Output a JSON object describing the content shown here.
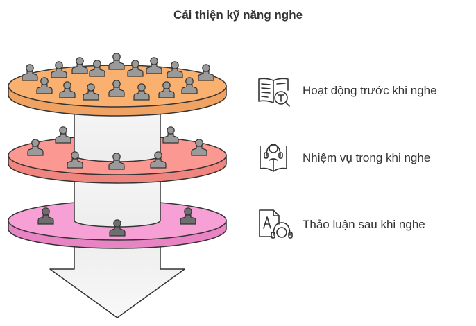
{
  "title": "Cải thiện kỹ năng nghe",
  "colors": {
    "layer1_top": "#FAB06E",
    "layer1_side": "#F0A263",
    "layer2_top": "#FB9892",
    "layer2_side": "#F0857F",
    "layer3_top": "#F7A0D6",
    "layer3_side": "#E884C4",
    "person": "#9A9A9A",
    "person_dark": "#6E6E6E",
    "outline": "#333333",
    "column": "#F2F2F2"
  },
  "items": [
    {
      "label": "Hoạt động trước khi nghe",
      "icon": "book-text-icon"
    },
    {
      "label": "Nhiệm vụ trong khi nghe",
      "icon": "listening-book-icon"
    },
    {
      "label": "Thảo luận sau khi nghe",
      "icon": "document-headphones-icon"
    }
  ]
}
